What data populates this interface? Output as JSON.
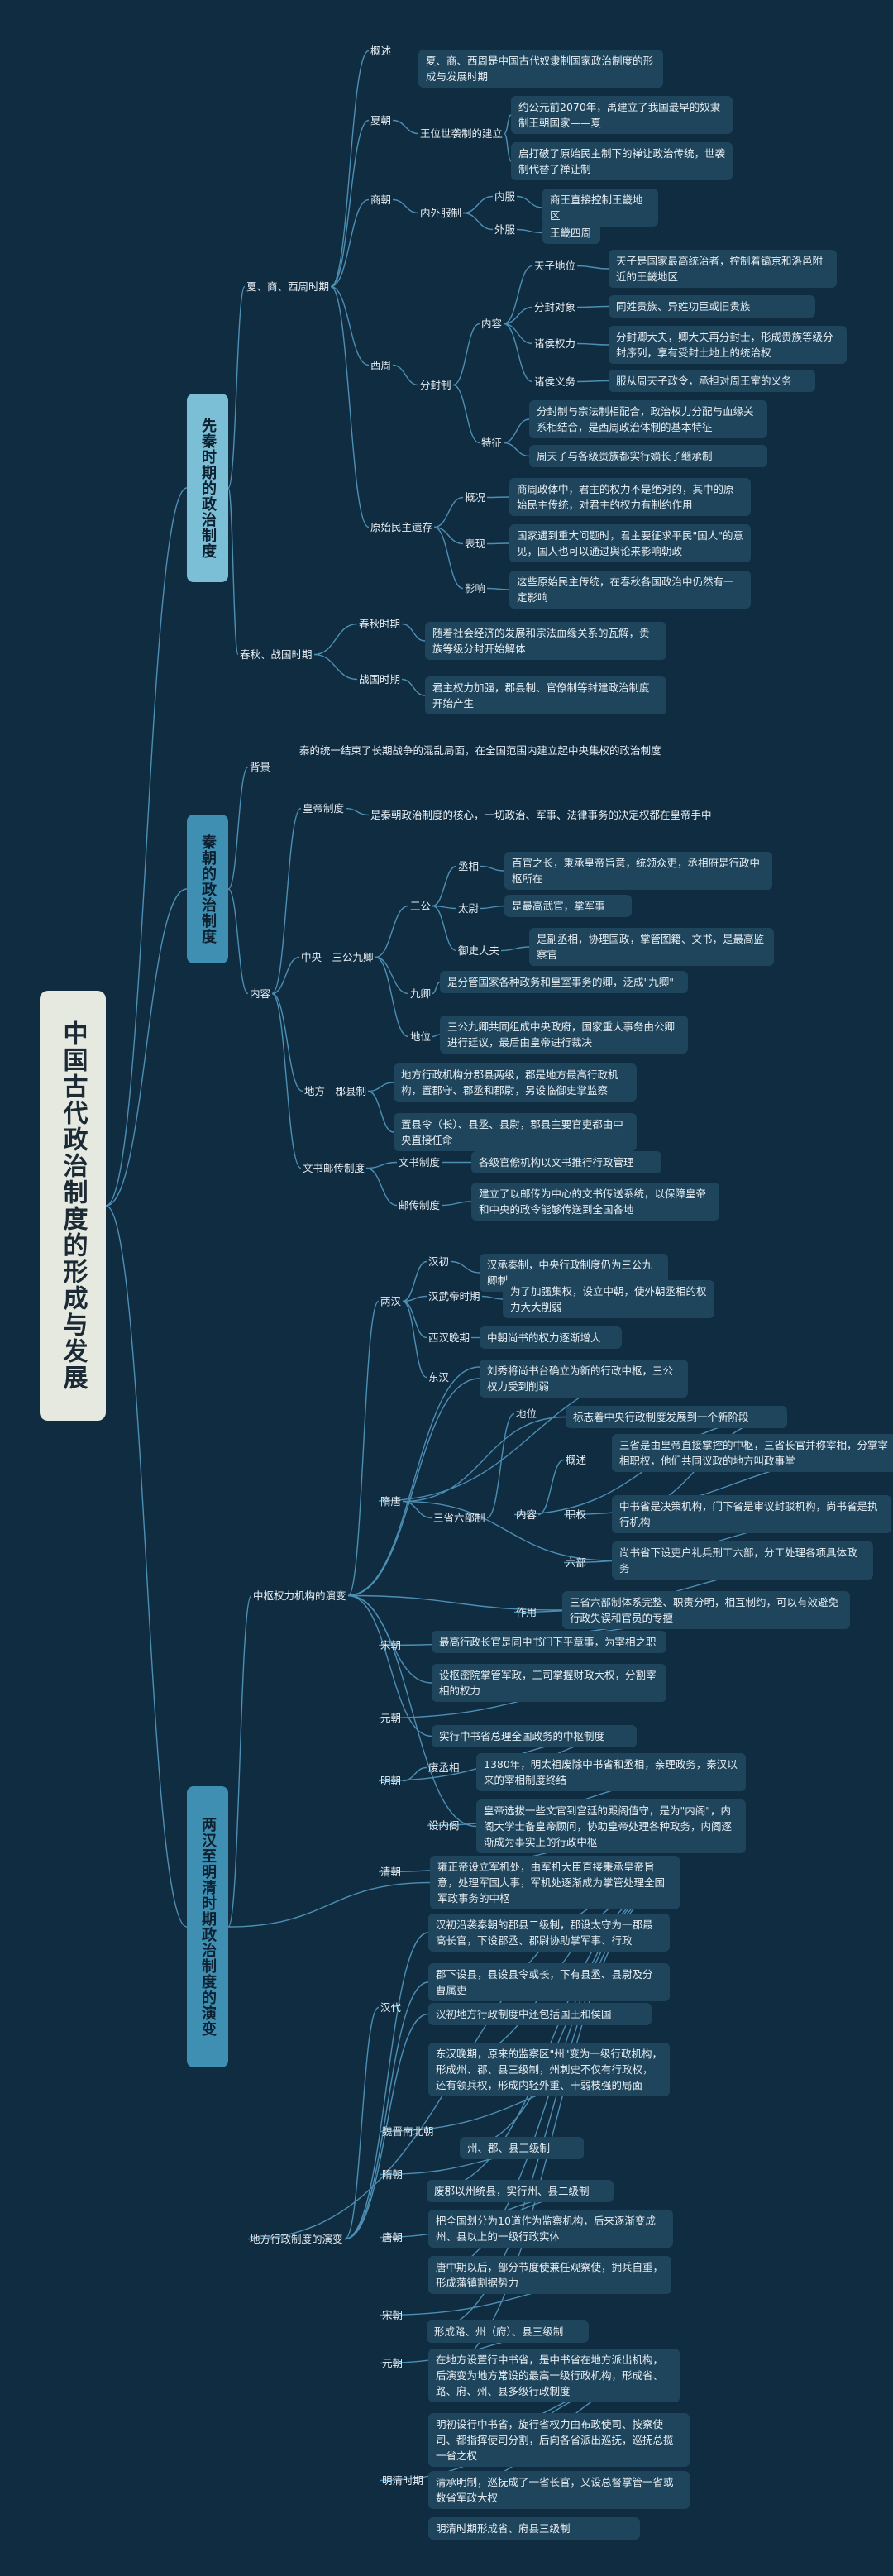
{
  "root": "中国古代政治制度的形成与发展",
  "sections": [
    {
      "label": "先秦时期的政治制度"
    },
    {
      "label": "秦朝的政治制度"
    },
    {
      "label": "两汉至明清时期政治制度的演变"
    }
  ],
  "nodes": [
    "夏、商、西周时期",
    "概述",
    "夏、商、西周是中国古代奴隶制国家政治制度的形成与发展时期",
    "夏朝",
    "王位世袭制的建立",
    "约公元前2070年，禹建立了我国最早的奴隶制王朝国家——夏",
    "启打破了原始民主制下的禅让政治传统，世袭制代替了禅让制",
    "商朝",
    "内外服制",
    "内服",
    "商王直接控制王畿地区",
    "外服",
    "王畿四周",
    "西周",
    "分封制",
    "内容",
    "天子地位",
    "天子是国家最高统治者，控制着镐京和洛邑附近的王畿地区",
    "分封对象",
    "同姓贵族、异姓功臣或旧贵族",
    "诸侯权力",
    "分封卿大夫，卿大夫再分封士，形成贵族等级分封序列，享有受封土地上的统治权",
    "诸侯义务",
    "服从周天子政令，承担对周王室的义务",
    "特征",
    "分封制与宗法制相配合，政治权力分配与血缘关系相结合，是西周政治体制的基本特征",
    "周天子与各级贵族都实行嫡长子继承制",
    "原始民主遗存",
    "概况",
    "商周政体中，君主的权力不是绝对的，其中的原始民主传统，对君主的权力有制约作用",
    "表现",
    "国家遇到重大问题时，君主要征求平民\"国人\"的意见，国人也可以通过舆论来影响朝政",
    "影响",
    "这些原始民主传统，在春秋各国政治中仍然有一定影响",
    "春秋、战国时期",
    "春秋时期",
    "随着社会经济的发展和宗法血缘关系的瓦解，贵族等级分封开始解体",
    "战国时期",
    "君主权力加强，郡县制、官僚制等封建政治制度开始产生",
    "背景",
    "秦的统一结束了长期战争的混乱局面，在全国范围内建立起中央集权的政治制度",
    "内容",
    "皇帝制度",
    "是秦朝政治制度的核心，一切政治、军事、法律事务的决定权都在皇帝手中",
    "中央—三公九卿",
    "三公",
    "丞相",
    "百官之长，秉承皇帝旨意，统领众吏，丞相府是行政中枢所在",
    "太尉",
    "是最高武官，掌军事",
    "御史大夫",
    "是副丞相，协理国政，掌管图籍、文书，是最高监察官",
    "九卿",
    "是分管国家各种政务和皇室事务的卿，泛成\"九卿\"",
    "地位",
    "三公九卿共同组成中央政府，国家重大事务由公卿进行廷议，最后由皇帝进行裁决",
    "地方—郡县制",
    "地方行政机构分郡县两级，郡是地方最高行政机构，置郡守、郡丞和郡尉，另设临御史掌监察",
    "置县令（长）、县丞、县尉，郡县主要官吏都由中央直接任命",
    "文书邮传制度",
    "文书制度",
    "各级官僚机构以文书推行行政管理",
    "邮传制度",
    "建立了以邮传为中心的文书传送系统，以保障皇帝和中央的政令能够传送到全国各地",
    "中枢权力机构的演变",
    "两汉",
    "汉初",
    "汉承秦制，中央行政制度仍为三公九卿制",
    "汉武帝时期",
    "为了加强集权，设立中朝，使外朝丞相的权力大大削弱",
    "西汉晚期",
    "中朝尚书的权力逐渐增大",
    "东汉",
    "刘秀将尚书台确立为新的行政中枢，三公权力受到削弱",
    "隋唐",
    "三省六部制",
    "地位",
    "标志着中央行政制度发展到一个新阶段",
    "内容",
    "概述",
    "三省是由皇帝直接掌控的中枢，三省长官并称宰相，分掌宰相职权，他们共同议政的地方叫政事堂",
    "职权",
    "中书省是决策机构，门下省是审议封驳机构，尚书省是执行机构",
    "六部",
    "尚书省下设吏户礼兵刑工六部，分工处理各项具体政务",
    "作用",
    "三省六部制体系完整、职责分明，相互制约，可以有效避免行政失误和官员的专擅",
    "宋朝",
    "最高行政长官是同中书门下平章事，为宰相之职",
    "设枢密院掌管军政，三司掌握财政大权，分割宰相的权力",
    "元朝",
    "实行中书省总理全国政务的中枢制度",
    "明朝",
    "废丞相",
    "1380年，明太祖废除中书省和丞相，亲理政务，秦汉以来的宰相制度终结",
    "设内阁",
    "皇帝选拔一些文官到宫廷的殿阁值守，是为\"内阁\"，内阁大学士备皇帝顾问，协助皇帝处理各种政务，内阁逐渐成为事实上的行政中枢",
    "清朝",
    "雍正帝设立军机处，由军机大臣直接秉承皇帝旨意，处理军国大事，军机处逐渐成为掌管处理全国军政事务的中枢",
    "地方行政制度的演变",
    "汉代",
    "汉初沿袭秦朝的郡县二级制，郡设太守为一郡最高长官，下设郡丞、郡尉协助掌军事、行政",
    "郡下设县，县设县令或长，下有县丞、县尉及分曹属吏",
    "汉初地方行政制度中还包括国王和侯国",
    "东汉晚期，原来的监察区\"州\"变为一级行政机构，形成州、郡、县三级制，州刺史不仅有行政权，还有领兵权，形成内轻外重、干弱枝强的局面",
    "魏晋南北朝",
    "州、郡、县三级制",
    "隋朝",
    "废郡以州统县，实行州、县二级制",
    "唐朝",
    "把全国划分为10道作为监察机构，后来逐渐变成州、县以上的一级行政实体",
    "唐中期以后，部分节度使兼任观察使，拥兵自重，形成藩镇割据势力",
    "宋朝",
    "形成路、州（府）、县三级制",
    "元朝",
    "在地方设置行中书省，是中书省在地方派出机构，后演变为地方常设的最高一级行政机构，形成省、路、府、州、县多级行政制度",
    "明清时期",
    "明初设行中书省，旋行省权力由布政使司、按察使司、都指挥使司分割，后向各省派出巡抚，巡抚总揽一省之权",
    "清承明制，巡抚成了一省长官，又设总督掌管一省或数省军政大权",
    "明清时期形成省、府县三级制"
  ]
}
